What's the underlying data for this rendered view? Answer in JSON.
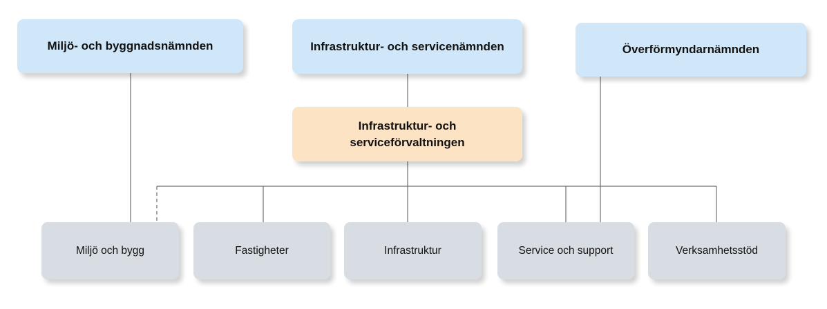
{
  "committees": {
    "left": "Miljö- och byggnadsnämnden",
    "center": "Infrastruktur- och servicenämnden",
    "right": "Överförmyndarnämnden"
  },
  "administration": {
    "line1": "Infrastruktur- och",
    "line2": "serviceförvaltningen"
  },
  "departments": [
    "Miljö och bygg",
    "Fastigheter",
    "Infrastruktur",
    "Service och support",
    "Verksamhetsstöd"
  ],
  "colors": {
    "committee_box": "#cfe7f8",
    "administration_box": "#fbe3c3",
    "department_box": "#d7dde2",
    "connector": "#6f6f6f"
  }
}
